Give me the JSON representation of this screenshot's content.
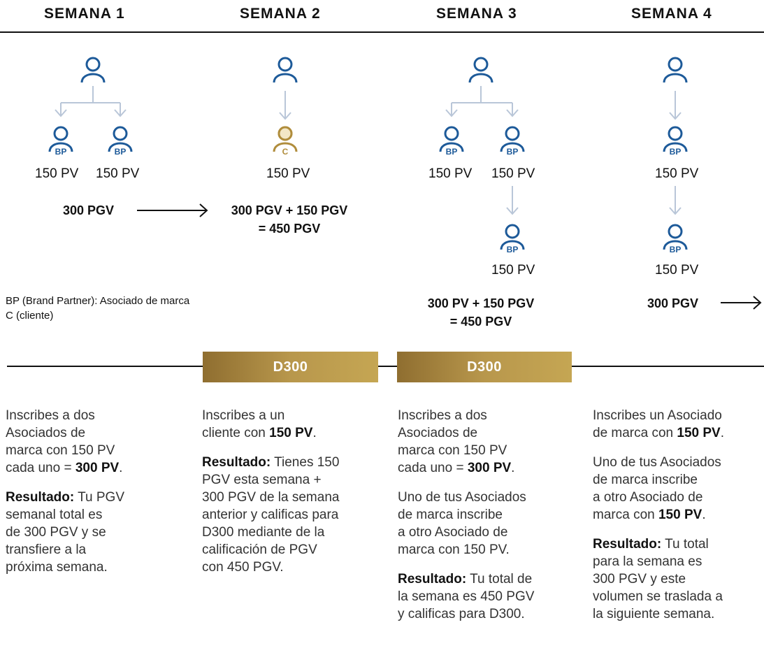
{
  "headers": [
    "SEMANA 1",
    "SEMANA 2",
    "SEMANA 3",
    "SEMANA 4"
  ],
  "badges": {
    "bp": "BP",
    "c": "C"
  },
  "pv_label": "150 PV",
  "flows": {
    "s1_total": "300 PGV",
    "s2_sum_line1": "300 PGV + 150 PGV",
    "s2_sum_line2": "= 450 PGV",
    "s3_sum_line1": "300 PV + 150 PGV",
    "s3_sum_line2": "= 450 PGV",
    "s4_total": "300 PGV"
  },
  "legend": {
    "line1": "BP (Brand Partner): Asociado de marca",
    "line2": "C (cliente)"
  },
  "bands": [
    "D300",
    "D300"
  ],
  "colors": {
    "blue": "#1d5a99",
    "gold": "#b08d3c",
    "arrow": "#b9c6d8"
  },
  "columns": {
    "c1": {
      "p1": [
        "Inscribes a dos",
        "Asociados de",
        "marca con 150 PV",
        "cada uno = ",
        "300 PV",
        "."
      ],
      "p2_bold": "Resultado:",
      "p2": [
        " Tu PGV",
        "semanal total es",
        "de 300 PGV y se",
        "transfiere a la",
        "próxima semana."
      ]
    },
    "c2": {
      "p1": [
        "Inscribes a un",
        "cliente con ",
        "150 PV",
        "."
      ],
      "p2_bold": "Resultado:",
      "p2": [
        " Tienes 150",
        "PGV esta semana +",
        "300 PGV de la semana",
        "anterior y calificas para",
        "D300 mediante de la",
        "calificación de PGV",
        "con 450 PGV."
      ]
    },
    "c3": {
      "p1": [
        "Inscribes a dos",
        "Asociados de",
        "marca con 150 PV",
        "cada uno = ",
        "300 PV",
        "."
      ],
      "p2": [
        "Uno de tus Asociados",
        "de marca inscribe",
        "a otro Asociado de",
        "marca con 150 PV."
      ],
      "p3_bold": "Resultado:",
      "p3": [
        " Tu total de",
        "la semana es 450 PGV",
        "y calificas para D300."
      ]
    },
    "c4": {
      "p1": [
        "Inscribes un Asociado",
        "de marca con ",
        "150 PV",
        "."
      ],
      "p2": [
        "Uno de tus Asociados",
        "de marca inscribe",
        "a otro Asociado de",
        "marca con ",
        "150 PV",
        "."
      ],
      "p3_bold": "Resultado:",
      "p3": [
        " Tu total",
        "para la semana es",
        "300 PGV y este",
        "volumen se traslada a",
        "la siguiente semana."
      ]
    }
  }
}
